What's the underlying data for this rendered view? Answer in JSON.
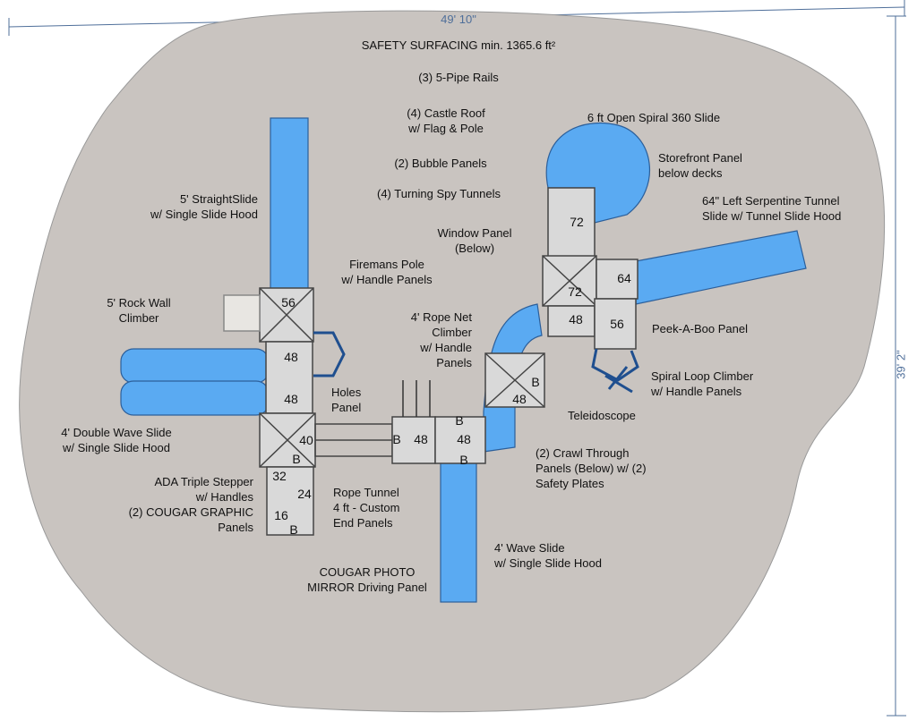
{
  "dimensions": {
    "width": "49' 10\"",
    "height": "39' 2\""
  },
  "labels": {
    "safety": "SAFETY SURFACING min. 1365.6 ft²",
    "pipe_rails": "(3) 5-Pipe Rails",
    "castle_roof": "(4) Castle Roof\nw/ Flag & Pole",
    "bubble": "(2) Bubble Panels",
    "spy": "(4) Turning Spy Tunnels",
    "straight_slide": "5' StraightSlide\nw/ Single Slide Hood",
    "window": "Window Panel\n(Below)",
    "spiral": "6 ft Open Spiral 360 Slide",
    "storefront": "Storefront Panel\nbelow decks",
    "serpentine": "64\" Left Serpentine Tunnel\nSlide w/ Tunnel Slide Hood",
    "firemans": "Firemans Pole\nw/ Handle Panels",
    "rock_wall": "5' Rock Wall\nClimber",
    "rope_net": "4' Rope Net\nClimber\nw/ Handle\nPanels",
    "peekaboo": "Peek-A-Boo Panel",
    "spiral_loop": "Spiral Loop Climber\nw/ Handle Panels",
    "holes": "Holes\nPanel",
    "teleidoscope": "Teleidoscope",
    "double_wave": "4' Double Wave Slide\nw/ Single Slide Hood",
    "crawl": "(2) Crawl Through\nPanels (Below) w/ (2)\nSafety Plates",
    "ada": "ADA Triple Stepper\nw/ Handles\n(2) COUGAR GRAPHIC\nPanels",
    "rope_tunnel": "Rope Tunnel\n4 ft - Custom\nEnd Panels",
    "wave_slide": "4' Wave Slide\nw/ Single Slide Hood",
    "cougar_mirror": "COUGAR PHOTO\nMIRROR Driving Panel"
  },
  "deck_heights": [
    "56",
    "48",
    "48",
    "40",
    "32",
    "24",
    "16",
    "B",
    "B",
    "48",
    "B",
    "48",
    "B",
    "B",
    "72",
    "72",
    "64",
    "48",
    "56",
    "48",
    "B"
  ],
  "colors": {
    "surface": "#c9c4c0",
    "slide": "#5aaaf2",
    "deck": "#d9d9d9",
    "dim": "#4f6f9a"
  }
}
